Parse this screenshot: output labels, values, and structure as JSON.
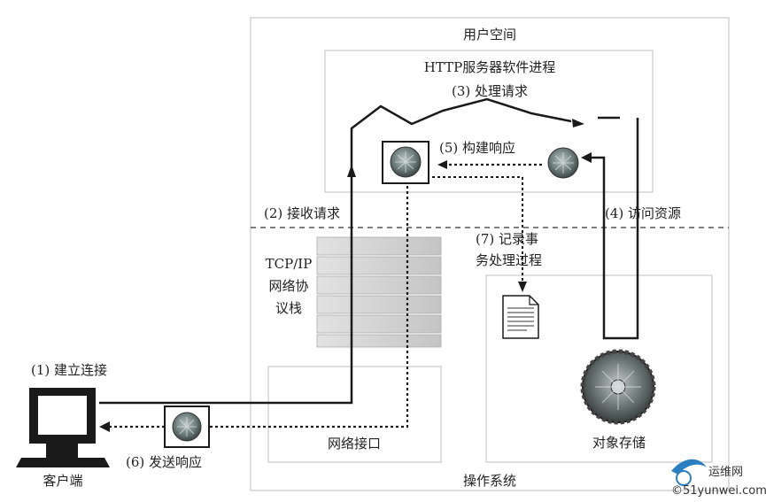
{
  "labels": {
    "user_space": "用户空间",
    "http_process": "HTTP服务器软件进程",
    "step3": "(3) 处理请求",
    "step5": "(5) 构建响应",
    "step2": "(2) 接收请求",
    "step4": "(4) 访问资源",
    "step7_line1": "(7) 记录事",
    "step7_line2": "务处理过程",
    "tcpip_line1": "TCP/IP",
    "tcpip_line2": "网络协",
    "tcpip_line3": "议栈",
    "step1": "(1) 建立连接",
    "step6": "(6) 发送响应",
    "client": "客户端",
    "network_interface": "网络接口",
    "object_storage": "对象存储",
    "os": "操作系统"
  },
  "watermark": {
    "line1": "运维网",
    "line2": "©51yunwei.com"
  },
  "colors": {
    "line": "#1a1a1a",
    "box_border": "#c8c8c8",
    "stack_fill": "#d4d4d4",
    "chip_fill": "#7a8a8a"
  }
}
